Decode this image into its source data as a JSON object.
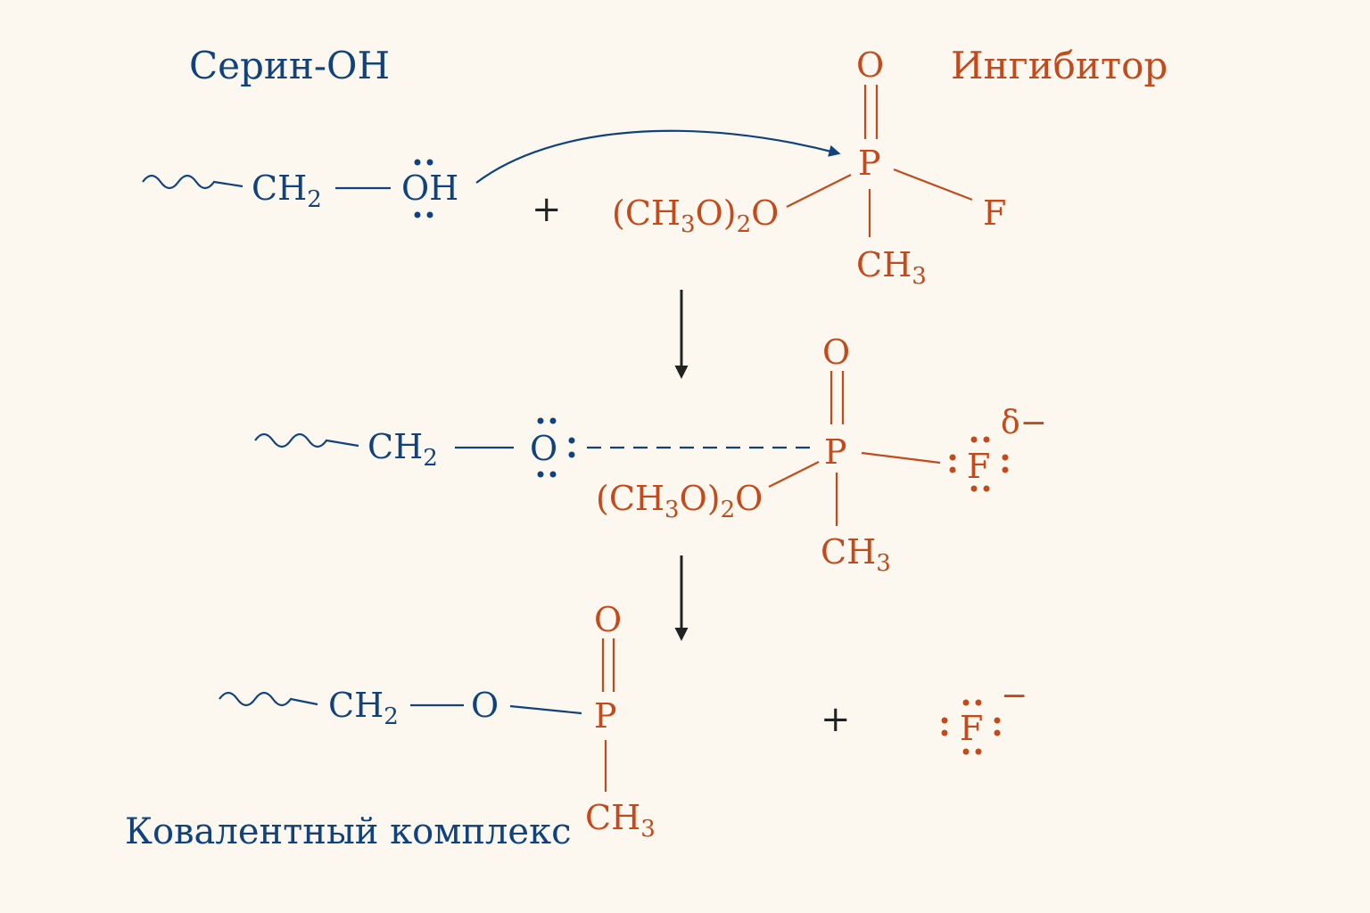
{
  "labels": {
    "serine": "Серин-OH",
    "inhibitor": "Ингибитор",
    "complex": "Ковалентный комплекс"
  },
  "atoms": {
    "ch2": "CH",
    "sub2": "2",
    "oh": "OH",
    "o": "O",
    "p": "P",
    "f": "F",
    "ch": "CH",
    "sub3": "3",
    "methoxy_open": "(CH",
    "methoxy_mid": "O)",
    "methoxy_end": "O"
  },
  "symbols": {
    "plus": "+",
    "delta_minus": "δ−",
    "minus": "−"
  },
  "colors": {
    "serine": "#10427f",
    "inhibitor": "#c44a1c",
    "arrow": "#222222",
    "background": "#fcf8ef"
  }
}
